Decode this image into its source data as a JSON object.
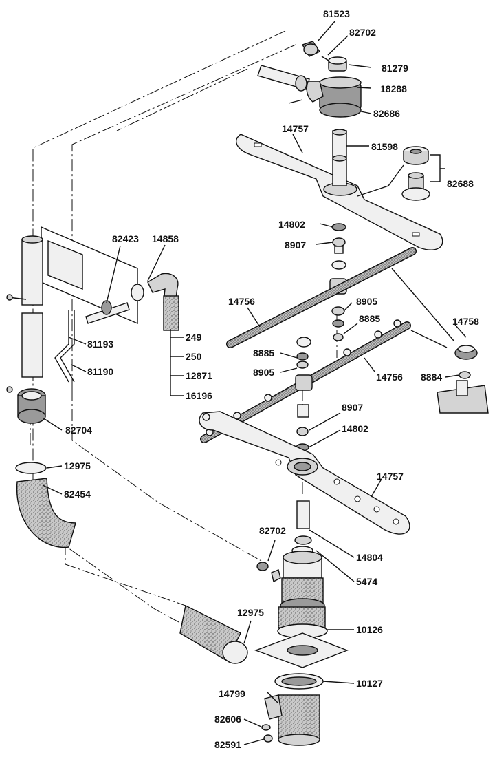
{
  "labels": {
    "p81523": "81523",
    "p82702_top": "82702",
    "p81279": "81279",
    "p18288": "18288",
    "p82686": "82686",
    "p14757_top": "14757",
    "p81598": "81598",
    "p82688": "82688",
    "p14802_top": "14802",
    "p8907_top": "8907",
    "p82423": "82423",
    "p14858": "14858",
    "p14756_left": "14756",
    "p8905_right": "8905",
    "p8885_right": "8885",
    "p14758": "14758",
    "p81193": "81193",
    "p81190": "81190",
    "p249": "249",
    "p250": "250",
    "p12871": "12871",
    "p16196": "16196",
    "p8885_left": "8885",
    "p8905_left": "8905",
    "p14756_right": "14756",
    "p8884": "8884",
    "p82704": "82704",
    "p8907_bottom": "8907",
    "p14802_bottom": "14802",
    "p12975_top": "12975",
    "p82454": "82454",
    "p14757_bottom": "14757",
    "p82702_bottom": "82702",
    "p14804": "14804",
    "p5474": "5474",
    "p12975_bottom": "12975",
    "p10126": "10126",
    "p10127": "10127",
    "p14799": "14799",
    "p82606": "82606",
    "p82591": "82591"
  }
}
